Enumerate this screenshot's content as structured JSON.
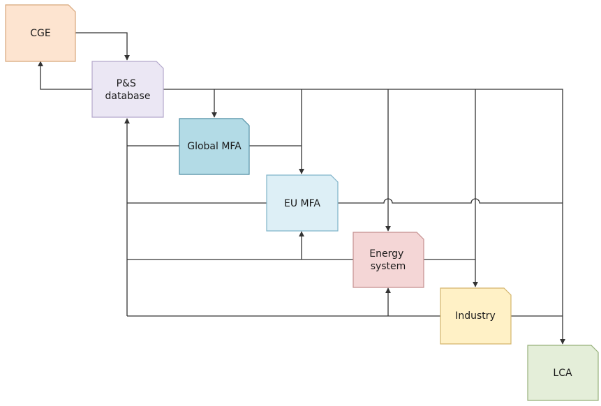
{
  "diagram": {
    "nodes": {
      "cge": {
        "lines": [
          "CGE"
        ],
        "fill": "#fde4d0",
        "stroke": "#d8a67b"
      },
      "ps": {
        "lines": [
          "P&S",
          "database"
        ],
        "fill": "#ebe7f4",
        "stroke": "#b3a8cc"
      },
      "global": {
        "lines": [
          "Global MFA"
        ],
        "fill": "#b3dbe6",
        "stroke": "#4f8ea3"
      },
      "eu": {
        "lines": [
          "EU MFA"
        ],
        "fill": "#ddeff6",
        "stroke": "#7fb3c9"
      },
      "energy": {
        "lines": [
          "Energy",
          "system"
        ],
        "fill": "#f4d6d6",
        "stroke": "#c48f8f"
      },
      "industry": {
        "lines": [
          "Industry"
        ],
        "fill": "#fff1c6",
        "stroke": "#d3b46b"
      },
      "lca": {
        "lines": [
          "LCA"
        ],
        "fill": "#e4eed9",
        "stroke": "#96b07a"
      }
    }
  }
}
